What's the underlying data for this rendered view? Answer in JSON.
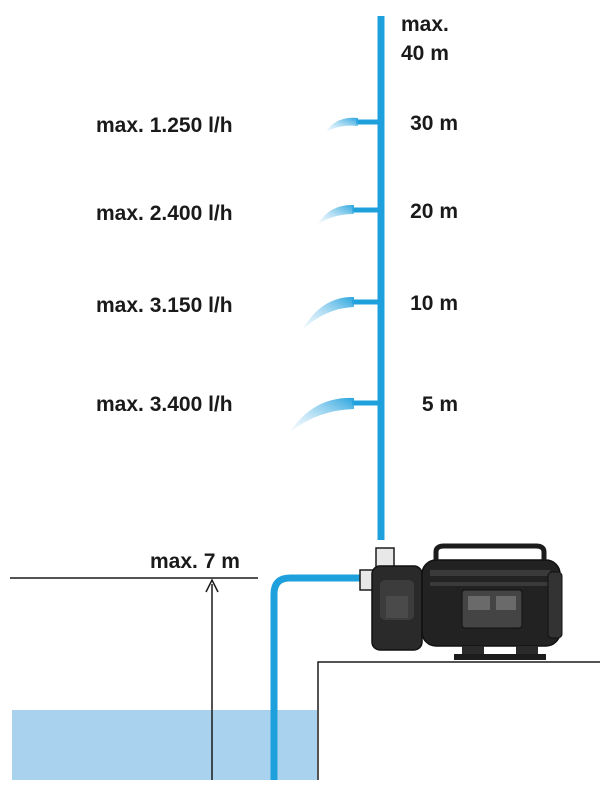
{
  "diagram": {
    "max_head_line1": "max.",
    "max_head_line2": "40 m",
    "levels": [
      {
        "height": "30 m",
        "flow": "max. 1.250 l/h"
      },
      {
        "height": "20 m",
        "flow": "max. 2.400 l/h"
      },
      {
        "height": "10 m",
        "flow": "max. 3.150 l/h"
      },
      {
        "height": "5 m",
        "flow": "max. 3.400 l/h"
      }
    ],
    "suction_height": "max. 7 m",
    "colors": {
      "pipe": "#1ea0dc",
      "water": "#a9d2ee",
      "pump": "#1c1c1c",
      "line": "#1a1a1a"
    }
  }
}
